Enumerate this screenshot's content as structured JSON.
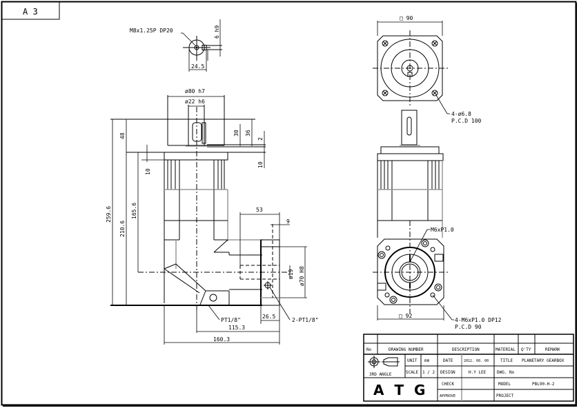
{
  "sheet": {
    "size_label": "A 3"
  },
  "detail_view": {
    "thread_callout": "M8x1.25P DP20",
    "key_width": "6 h9",
    "shaft_height": "24.5"
  },
  "side_view": {
    "pilot_dia": "ø80 h7",
    "shaft_dia": "ø22 h6",
    "key_length": "30",
    "shaft_length": "36",
    "pilot_step": "2",
    "flange_thickness_left": "10",
    "flange_thickness_right": "10",
    "shaft_to_flange": "48",
    "overall_height": "259.6",
    "flange_to_bottom": "210.6",
    "flange_to_output_axis": "165.6",
    "output_flange_offset": "53",
    "output_pilot_depth": "9",
    "bore_dia": "ø19",
    "output_pilot_dia": "ø70 H8",
    "port_left": "PT1/8\"",
    "port_right": "2-PT1/8\"",
    "output_flange_width": "26.5",
    "axis_to_face": "115.3",
    "overall_width": "160.3"
  },
  "front_view": {
    "square_top": "□ 90",
    "hole_callout_1": "4-ø6.8",
    "hole_callout_2": "P.C.D 100",
    "tap_callout": "M6xP1.0",
    "square_bottom": "□ 92",
    "output_holes_1": "4-M6xP1.0  DP12",
    "output_holes_2": "P.C.D  90"
  },
  "title_block": {
    "headers": {
      "no": "No",
      "drawing_number": "DRAWING NUMBER",
      "description": "DESCRIPTION",
      "material": "MATERIAL",
      "qty": "Q'TY",
      "remark": "REMARK"
    },
    "projection_label": "3RD ANGLE",
    "unit_label": "UNIT",
    "unit_value": "mm",
    "scale_label": "SCALE",
    "scale_value": "1 / 2",
    "date_label": "DATE",
    "date_value": "2012. 00. 00",
    "design_label": "DESIGN",
    "design_value": "H.Y LEE",
    "check_label": "CHECK",
    "check_value": "",
    "approve_label": "APPROVE",
    "approve_value": "",
    "title_label": "TITLE",
    "title_value": "PLANETARY GEARBOX",
    "dwg_no_label": "DWG. No",
    "dwg_no_value": "",
    "model_label": "MODEL",
    "model_value": "PBL90-H-2",
    "project_label": "PROJECT",
    "project_value": "",
    "company_logo": "A T G"
  }
}
